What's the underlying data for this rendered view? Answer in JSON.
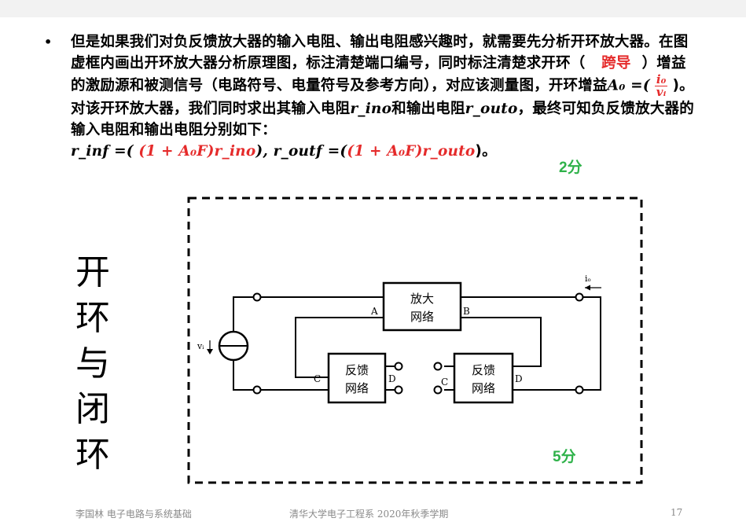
{
  "bullet": "•",
  "para": {
    "s1": "但是如果我们对负反馈放大器的输入电阻、输出电阻感兴趣时，就需要先分析开环放大器。在图虚框内画出开环放大器分析原理图，标注清楚端口编号，同时标注清楚求开环（",
    "answer1": "跨导",
    "s2": "）增益的激励源和被测信号（电路符号、电量符号及参考方向），对应该测量图，开环增益",
    "a0": "A₀ =(",
    "frac_num": "i₀",
    "frac_den": "vᵢ",
    "s3": ")。对该开环放大器，我们同时求出其输入电阻",
    "r_ino": "r_ino",
    "s4": "和输出电阻",
    "r_outo": "r_outo",
    "s5": "，最终可知负反馈放大器的输入电阻和输出电阻分别如下：",
    "rinf": "r_inf =(",
    "ans_rin": "(1 + A₀F)r_ino",
    "mid": "), r_outf =(",
    "ans_rout": "(1 + A₀F)r_outo",
    "end": ")。"
  },
  "scores": {
    "top": "2分",
    "bottom": "5分"
  },
  "side_title": [
    "开",
    "环",
    "与",
    "闭",
    "环"
  ],
  "diagram": {
    "amp_line1": "放大",
    "amp_line2": "网络",
    "fb_line1": "反馈",
    "fb_line2": "网络",
    "port_a": "A",
    "port_b": "B",
    "port_c": "C",
    "port_d": "D",
    "vi_label": "vᵢ",
    "io_label": "iₒ"
  },
  "footer": {
    "author": "李国林   电子电路与系统基础",
    "dept": "清华大学电子工程系  2020年秋季学期",
    "page": "17"
  },
  "colors": {
    "answer": "#e52b2b",
    "score": "#2fb24a"
  }
}
